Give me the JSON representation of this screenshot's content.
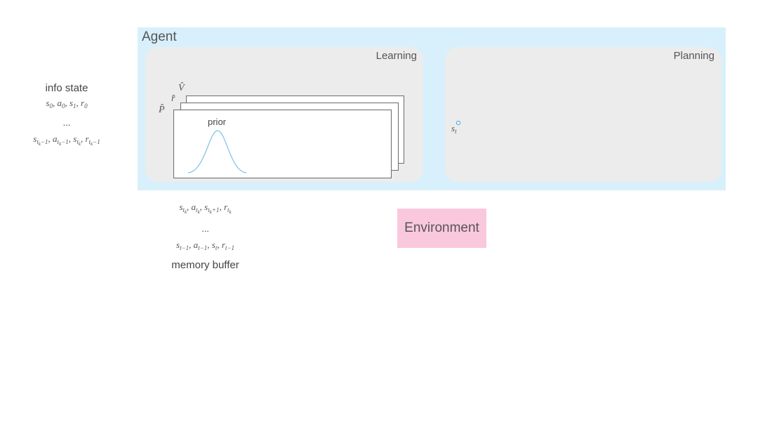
{
  "agent": {
    "title": "Agent",
    "learning": {
      "title": "Learning",
      "estimates": {
        "value": "V̂",
        "reward": "r̂",
        "transition": "P̂"
      },
      "prior_label": "prior"
    },
    "planning": {
      "title": "Planning",
      "current_state": {
        "base": "s",
        "sub": "t"
      }
    }
  },
  "info_state": {
    "title": "info state",
    "first_line": "s0, a0, s1, r0",
    "ellipsis": "...",
    "last_line": "s(t_k−1), a(t_k−1), s(t_k), r(t_k−1)"
  },
  "memory_buffer": {
    "title": "memory buffer",
    "first_line": "s(t_k), a(t_k), s(t_k+1), r(t_k)",
    "ellipsis": "...",
    "last_line": "s(t−1), a(t−1), s(t), r(t−1)"
  },
  "environment": {
    "label": "Environment",
    "color": "#fac8dd"
  },
  "colors": {
    "agent_bg": "#d7f0fb",
    "panel_bg": "#ececec",
    "prior_curve": "#7fbfe8",
    "state_marker": "#2a9fd6"
  }
}
